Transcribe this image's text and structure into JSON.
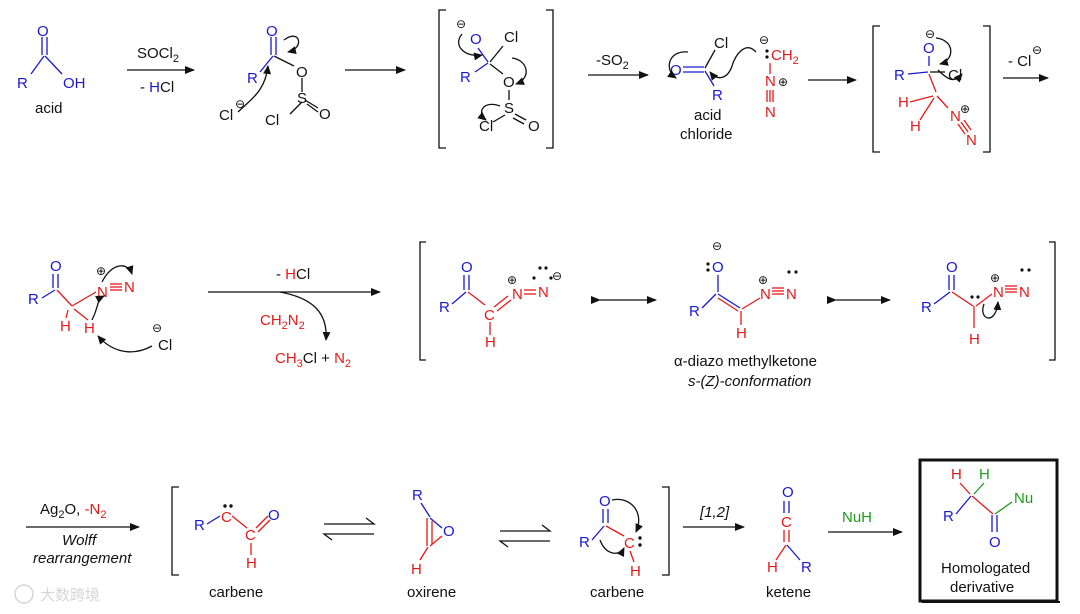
{
  "labels": {
    "acid": "acid",
    "acid_chloride": [
      "acid",
      "chloride"
    ],
    "diazo_name": "α-diazo methylketone",
    "conformation": "s-(Z)-conformation",
    "carbene": "carbene",
    "oxirene": "oxirene",
    "ketene": "ketene",
    "product": [
      "Homologated",
      "derivative"
    ]
  },
  "reagents": {
    "socl2": "SOCl2",
    "minus_hcl": "- HCl",
    "minus_so2": "-SO2",
    "minus_cl": "- Cl",
    "ch2n2": "CH2N2",
    "ch3cl_n2": "CH3Cl + N2",
    "ag2o": "Ag2O, -N2",
    "wolff": [
      "Wolff",
      "rearrangement"
    ],
    "shift": "[1,2]",
    "nuh": "NuH"
  },
  "atoms": {
    "O": "O",
    "OH": "OH",
    "R": "R",
    "Cl": "Cl",
    "S": "S",
    "N": "N",
    "H": "H",
    "CH2": "CH2",
    "C": "C",
    "Nu": "Nu"
  },
  "watermark": "大数跨境",
  "colors": {
    "blue": "#1a1acc",
    "red": "#e31a1a",
    "green": "#1f9a1f",
    "black": "#111111"
  }
}
